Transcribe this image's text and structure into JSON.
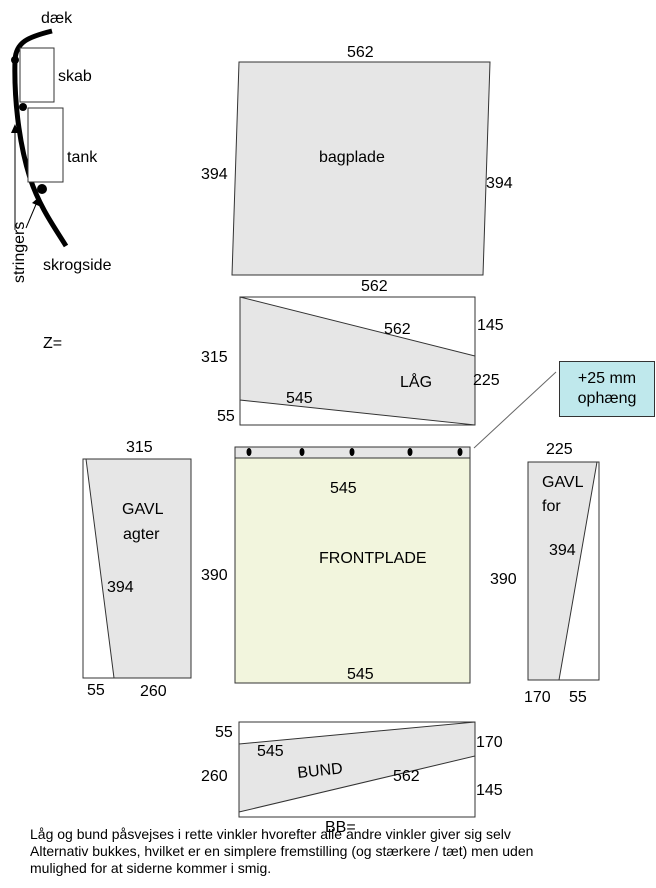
{
  "cross_section": {
    "labels": {
      "deck": "dæk",
      "cabinet": "skab",
      "tank": "tank",
      "stringers": "stringers",
      "hull_side": "skrogside"
    }
  },
  "z_label": "Z=",
  "bb_label": "BB=",
  "panels": {
    "bagplade": {
      "name": "bagplade",
      "top": "562",
      "left": "394",
      "right": "394"
    },
    "laag": {
      "name": "LÅG",
      "top": "562",
      "diagonal": "562",
      "left": "315",
      "right_top": "145",
      "right": "225",
      "bottom_left": "55",
      "bottom": "545"
    },
    "gavl_agter": {
      "name_line1": "GAVL",
      "name_line2": "agter",
      "top": "315",
      "diagonal": "394",
      "bottom_left": "55",
      "bottom_right": "260"
    },
    "frontplade": {
      "name": "FRONTPLADE",
      "top": "545",
      "bottom": "545",
      "left": "390"
    },
    "gavl_for": {
      "name_line1": "GAVL",
      "name_line2": "for",
      "top": "225",
      "diagonal": "394",
      "side": "390",
      "bottom_left": "170",
      "bottom_right": "55"
    },
    "bund": {
      "name": "BUND",
      "left_top": "55",
      "left": "260",
      "diagonal_a": "545",
      "diagonal_b": "562",
      "right": "170",
      "right_bottom": "145"
    }
  },
  "callout": {
    "line1": "+25 mm",
    "line2": "ophæng"
  },
  "note": {
    "line1": "Låg og bund påsvejses i rette vinkler hvorefter alle andre vinkler giver sig selv",
    "line2": "Alternativ bukkes, hvilket er en simplere fremstilling (og stærkere / tæt) men uden",
    "line3": "mulighed for at siderne kommer i smig."
  },
  "colors": {
    "panel_fill": "#e6e6e6",
    "frontplade_fill": "#f2f5dd",
    "callout_fill": "#bfe8ec",
    "outline": "#333333"
  }
}
